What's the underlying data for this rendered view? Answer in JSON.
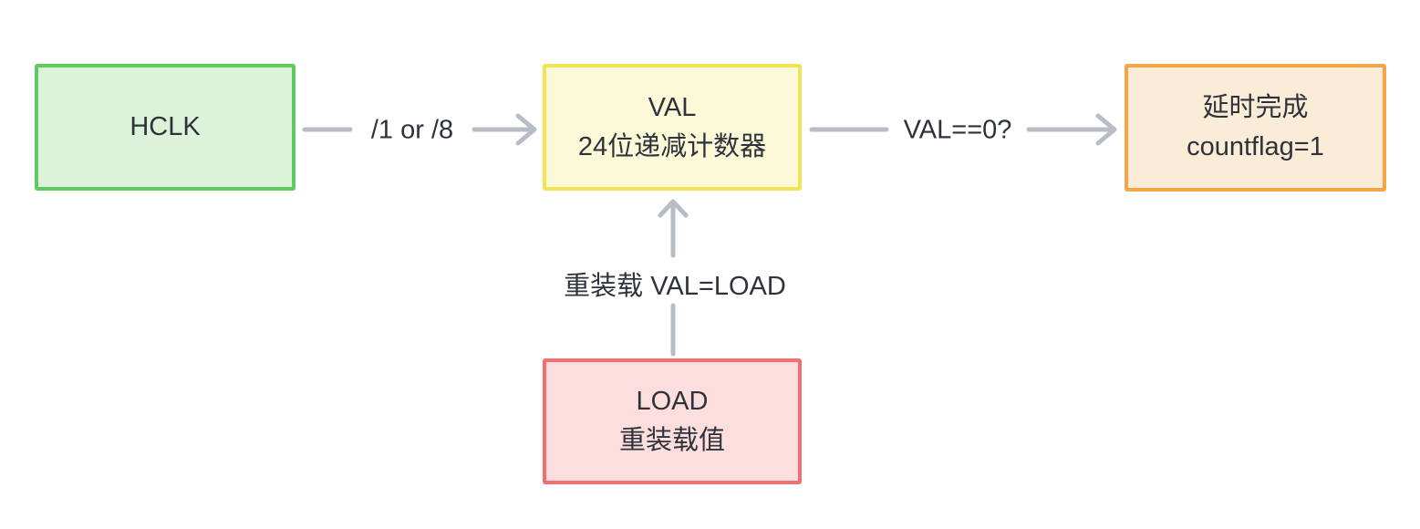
{
  "diagram": {
    "title_hint": "SysTick down-counter flow diagram",
    "nodes": {
      "hclk": {
        "line1": "HCLK",
        "fill": "#dcf3da",
        "border": "#5ecb5e"
      },
      "val": {
        "line1": "VAL",
        "line2": "24位递减计数器",
        "fill": "#fcf9d9",
        "border": "#f2e354"
      },
      "done": {
        "line1": "延时完成",
        "line2": "countflag=1",
        "fill": "#fbecd8",
        "border": "#f5a545"
      },
      "load": {
        "line1": "LOAD",
        "line2": "重装载值",
        "fill": "#fbdedd",
        "border": "#f16f6f"
      }
    },
    "edges": {
      "hclk_to_val": {
        "label": "/1 or /8",
        "direction": "right"
      },
      "val_to_done": {
        "label": "VAL==0?",
        "direction": "right"
      },
      "load_to_val": {
        "label": "重装载 VAL=LOAD",
        "direction": "up"
      }
    },
    "colors": {
      "arrow": "#b8bdc5",
      "text": "#2e323b",
      "background": "#ffffff"
    }
  }
}
